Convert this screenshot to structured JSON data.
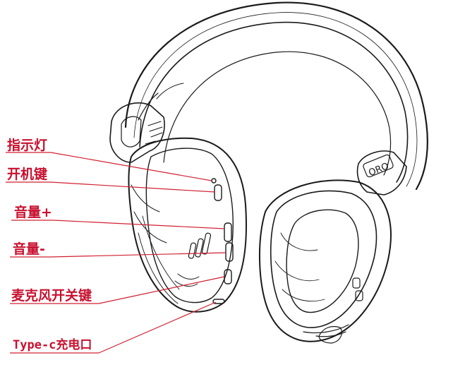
{
  "diagram": {
    "callouts": [
      {
        "id": "indicator-light",
        "label": "指示灯"
      },
      {
        "id": "power-button",
        "label": "开机键"
      },
      {
        "id": "volume-up",
        "label": "音量+"
      },
      {
        "id": "volume-down",
        "label": "音量-"
      },
      {
        "id": "mic-switch",
        "label": "麦克风开关键"
      },
      {
        "id": "type-c-port",
        "label": "Type-c充电口"
      }
    ],
    "side_badge_text": "ORO",
    "colors": {
      "label": "#c8102e",
      "leader": "#d02030",
      "line_art": "#1a1a1a",
      "background": "#ffffff"
    }
  }
}
